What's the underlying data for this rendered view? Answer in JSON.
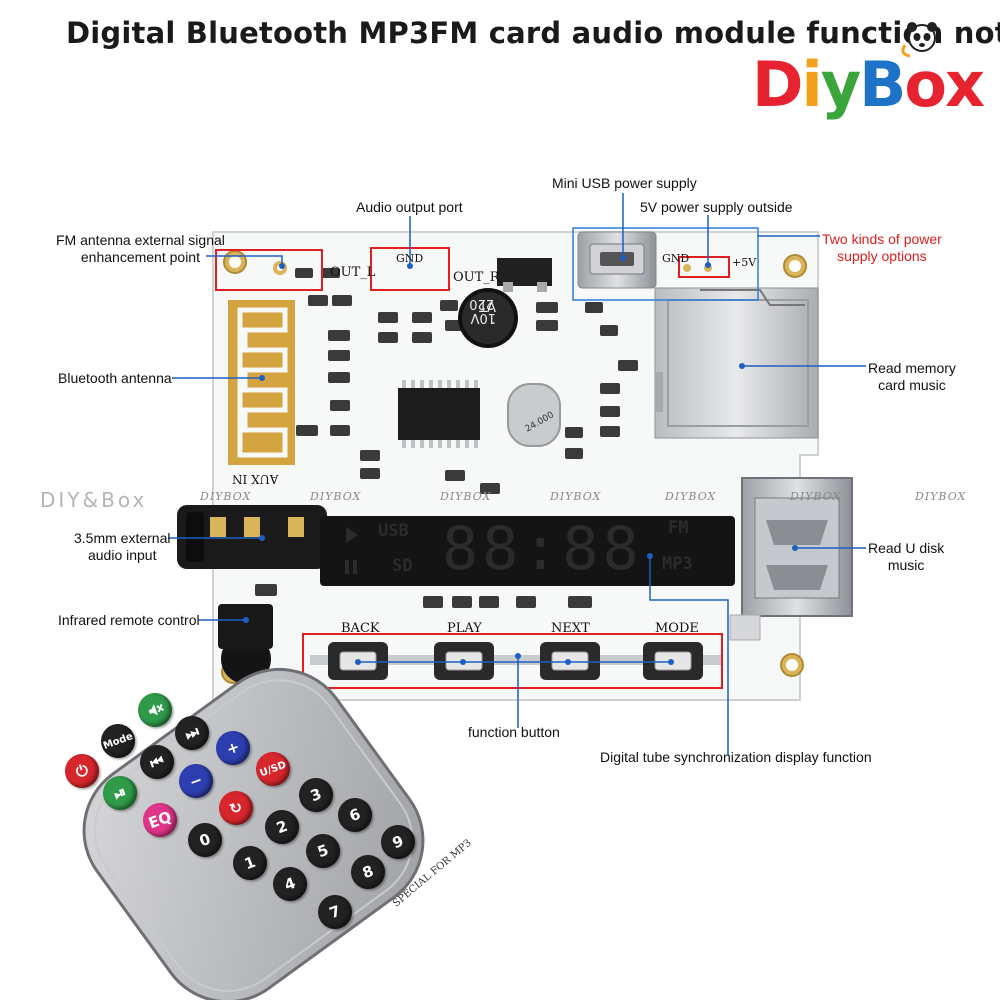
{
  "title": "Digital Bluetooth MP3FM card audio module function not",
  "logo": {
    "letters": [
      "D",
      "i",
      "y",
      "B",
      "o",
      "x"
    ],
    "colors": [
      "#e82330",
      "#f3a01a",
      "#3aa53a",
      "#1e73c8",
      "#e82330",
      "#e82330"
    ]
  },
  "watermarks": {
    "left": "DIY&Box",
    "repeat": [
      "DIYBOX",
      "DIYBOX",
      "DIYBOX",
      "DIYBOX",
      "DIYBOX",
      "DIYBOX",
      "DIYBOX"
    ]
  },
  "labels": {
    "fm_antenna": [
      "FM antenna external signal",
      "enhancement point"
    ],
    "audio_output": "Audio output port",
    "mini_usb": "Mini USB power supply",
    "five_v": "5V power supply outside",
    "two_kinds": [
      "Two kinds of power",
      "supply options"
    ],
    "bluetooth_antenna": "Bluetooth antenna",
    "read_memory": [
      "Read memory",
      "card music"
    ],
    "aux_input": [
      "3.5mm external",
      "audio input"
    ],
    "read_udisk": [
      "Read U disk",
      "music"
    ],
    "infrared": "Infrared remote control",
    "function_button": "function button",
    "digital_tube": "Digital tube synchronization display function"
  },
  "board": {
    "silk": {
      "out_l": "OUT_L",
      "out_r": "OUT_R",
      "gnd_left": "GND",
      "gnd_right": "GND",
      "plus5v": "+5V",
      "aux_in": "AUX IN",
      "cap": [
        "220",
        "10V",
        "VT"
      ],
      "crystal": "24.000"
    },
    "display": {
      "usb": "USB",
      "sd": "SD",
      "fm": "FM",
      "mp3": "MP3",
      "digits": "88:88"
    },
    "buttons": [
      "BACK",
      "PLAY",
      "NEXT",
      "MODE"
    ]
  },
  "remote": {
    "label": "SPECIAL FOR MP3",
    "keys": [
      {
        "t": "",
        "icon": "mute-icon",
        "c": "#2f9a48"
      },
      {
        "t": "Mode",
        "c": "#222"
      },
      {
        "t": "⏭",
        "c": "#222"
      },
      {
        "t": "⏻",
        "c": "#d8262d"
      },
      {
        "t": "⏮",
        "c": "#222"
      },
      {
        "t": "+",
        "c": "#2d3fb0"
      },
      {
        "t": "⏯",
        "c": "#2f9a48"
      },
      {
        "t": "−",
        "c": "#2d3fb0"
      },
      {
        "t": "U/SD",
        "c": "#d8262d"
      },
      {
        "t": "EQ",
        "c": "#e0358a"
      },
      {
        "t": "↻",
        "c": "#d8262d"
      },
      {
        "t": "3",
        "c": "#222"
      },
      {
        "t": "0",
        "c": "#222"
      },
      {
        "t": "2",
        "c": "#222"
      },
      {
        "t": "6",
        "c": "#222"
      },
      {
        "t": "9",
        "c": "#222"
      },
      {
        "t": "1",
        "c": "#222"
      },
      {
        "t": "5",
        "c": "#222"
      },
      {
        "t": "8",
        "c": "#222"
      },
      {
        "t": "4",
        "c": "#222"
      },
      {
        "t": "7",
        "c": "#222"
      }
    ]
  }
}
